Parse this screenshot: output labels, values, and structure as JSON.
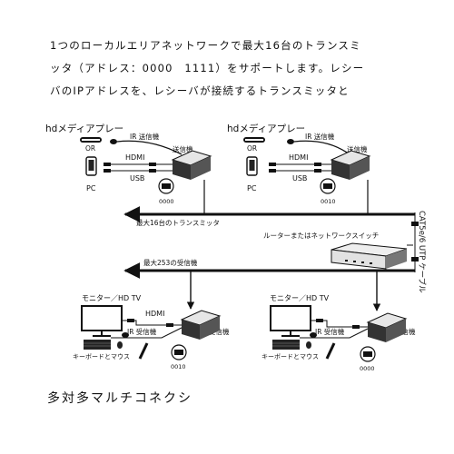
{
  "intro": {
    "line1": "1つのローカルエリアネットワークで最大16台のトランスミ",
    "line2": "ッタ（アドレス：0000　1111）をサポートします。レシー",
    "line3": "バのIPアドレスを、レシーバが接続するトランスミッタと"
  },
  "top_left": {
    "player_label": "hdメディアプレー",
    "ir_label": "IR 送信機",
    "transmitter_label": "送信機",
    "hdmi_label": "HDMI",
    "usb_label": "USB",
    "or_label": "OR",
    "pc_label": "PC",
    "address": "0000"
  },
  "top_right": {
    "player_label": "hdメディアプレー",
    "ir_label": "IR 送信機",
    "transmitter_label": "送信機",
    "hdmi_label": "HDMI",
    "usb_label": "USB",
    "or_label": "OR",
    "pc_label": "PC",
    "address": "0010"
  },
  "network": {
    "max_transmitters": "最大16台のトランスミッタ",
    "router_label": "ルーターまたはネットワークスイッチ",
    "max_receivers": "最大253の受信機",
    "cable_label": "CAT5e/6 UTP ケーブル"
  },
  "bottom_left": {
    "monitor_label": "モニター／HD TV",
    "hdmi_label": "HDMI",
    "ir_label": "IR 受信機",
    "receiver_label": "受信機",
    "keyboard_label": "キーボードとマウス",
    "address": "0010"
  },
  "bottom_right": {
    "monitor_label": "モニター／HD TV",
    "ir_label": "IR 受信機",
    "receiver_label": "受信機",
    "keyboard_label": "キーボードとマウス",
    "address": "0000"
  },
  "caption": "多対多マルチコネクシ"
}
